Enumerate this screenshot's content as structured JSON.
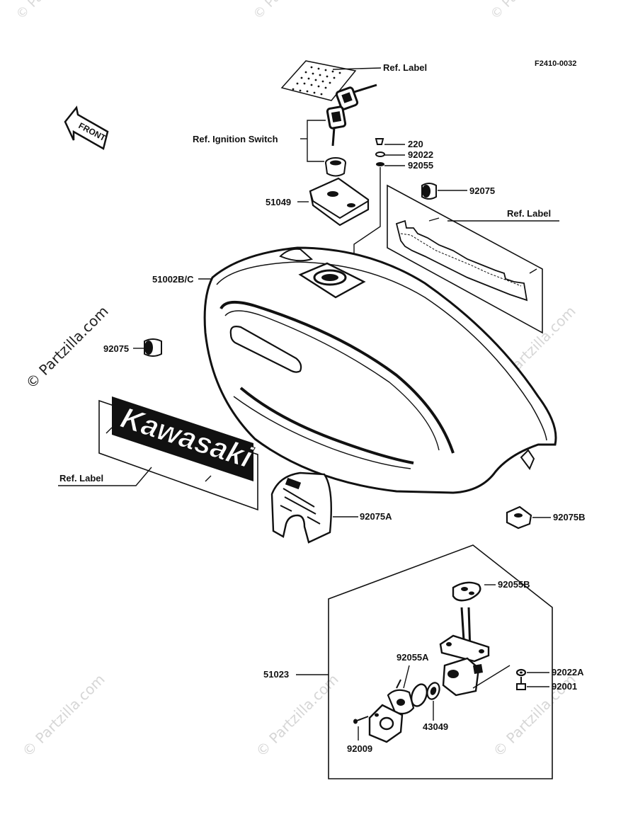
{
  "diagram": {
    "figure_code": "F2410-0032",
    "front_label": "FRONT",
    "brand_label": "Kawasaki",
    "watermark": "© Partzilla.com",
    "callouts": {
      "ref_label_top": "Ref. Label",
      "ref_ignition_switch": "Ref. Ignition Switch",
      "p220": "220",
      "p92022": "92022",
      "p92055": "92055",
      "p92075_right": "92075",
      "p51049": "51049",
      "ref_label_right": "Ref. Label",
      "p51002": "51002B/C",
      "p92075_left": "92075",
      "ref_label_left": "Ref. Label",
      "p92075A": "92075A",
      "p92075B": "92075B",
      "p92055B": "92055B",
      "p51023": "51023",
      "p92055A": "92055A",
      "p92022A": "92022A",
      "p92001": "92001",
      "p43049": "43049",
      "p92009": "92009"
    }
  },
  "colors": {
    "ink": "#111111",
    "paper": "#ffffff",
    "watermark": "#d6d6d6"
  }
}
